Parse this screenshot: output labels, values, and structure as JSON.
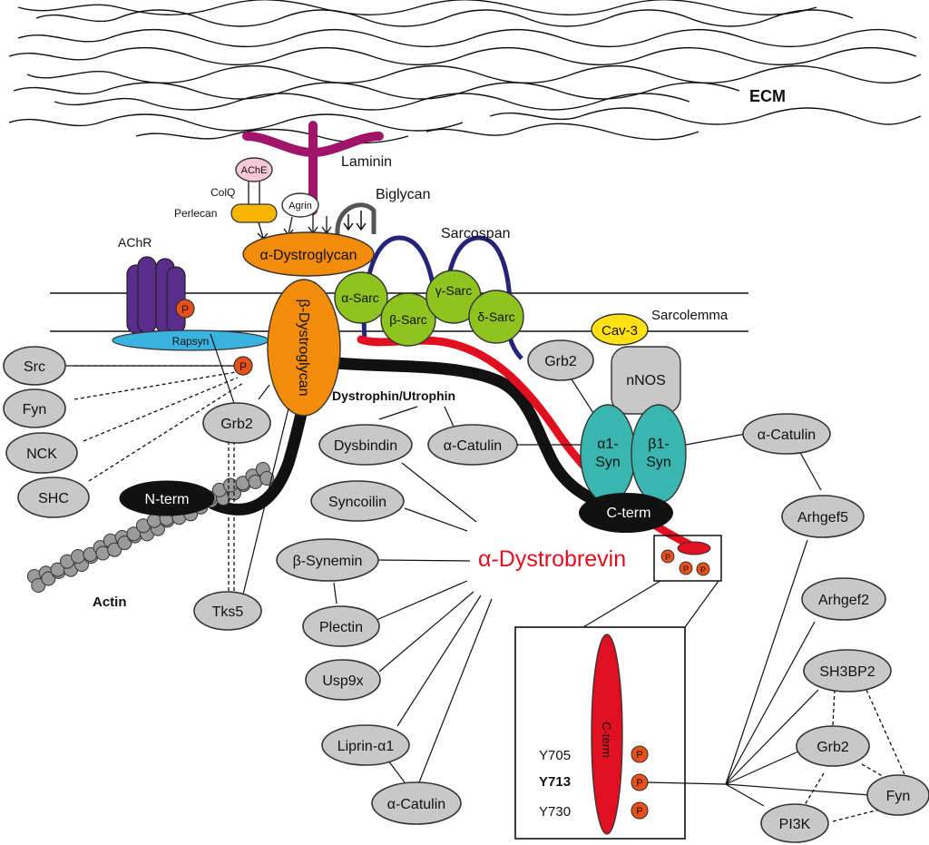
{
  "labels": {
    "ecm": "ECM",
    "laminin": "Laminin",
    "biglycan": "Biglycan",
    "ache": "AChE",
    "colq": "ColQ",
    "perlecan": "Perlecan",
    "agrin": "Agrin",
    "achr": "AChR",
    "rapsyn": "Rapsyn",
    "sarcospan": "Sarcospan",
    "sarcolemma": "Sarcolemma",
    "alpha_dg": "α-Dystroglycan",
    "beta_dg": "β-Dystroglycan",
    "alpha_sarc": "α-Sarc",
    "beta_sarc": "β-Sarc",
    "gamma_sarc": "γ-Sarc",
    "delta_sarc": "δ-Sarc",
    "cav3": "Cav-3",
    "nnos": "nNOS",
    "grb2_top": "Grb2",
    "alpha1_line1": "α1-",
    "alpha1_line2": "Syn",
    "beta1_line1": "β1-",
    "beta1_line2": "Syn",
    "dystrophin": "Dystrophin/Utrophin",
    "n_term": "N-term",
    "c_term": "C-term",
    "actin": "Actin",
    "dystrobrevin": "α-Dystrobrevin",
    "p": "P",
    "inset_cterm": "C-term",
    "y705": "Y705",
    "y713": "Y713",
    "y730": "Y730"
  },
  "nodes": {
    "src": "Src",
    "fyn_left": "Fyn",
    "nck": "NCK",
    "shc": "SHC",
    "grb2_left": "Grb2",
    "tks5": "Tks5",
    "dysbindin": "Dysbindin",
    "catulin_center": "α-Catulin",
    "syncoilin": "Syncoilin",
    "synemin": "β-Synemin",
    "plectin": "Plectin",
    "usp9x": "Usp9x",
    "liprin": "Liprin-α1",
    "catulin_bottom": "α-Catulin",
    "catulin_right": "α-Catulin",
    "arhgef5": "Arhgef5",
    "arhgef2": "Arhgef2",
    "sh3bp2": "SH3BP2",
    "grb2_right": "Grb2",
    "fyn_right": "Fyn",
    "pi3k": "PI3K"
  },
  "colors": {
    "laminin": "#a0156a",
    "achr": "#5a2d8c",
    "rapsyn": "#3bb3e0",
    "dystroglycan": "#f28c0a",
    "sarcoglycan": "#8fc31f",
    "sarcospan": "#25237a",
    "cav3": "#ffe012",
    "synthrophin": "#3bb5b0",
    "perlecan": "#f7b500",
    "ache": "#f5c8d8",
    "phospho": "#e8501a",
    "dystrobrevin": "#e01020",
    "dystrophin": "#111111",
    "node_grey": "#c8c8c8"
  }
}
